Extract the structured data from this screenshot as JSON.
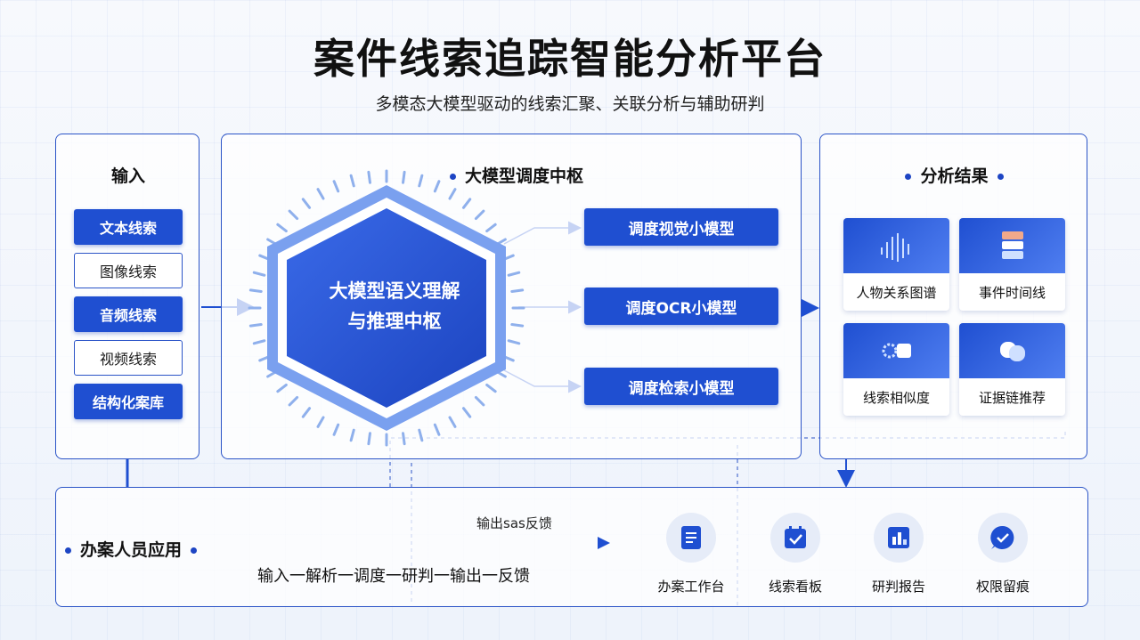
{
  "header": {
    "title": "案件线索追踪智能分析平台",
    "subtitle": "多模态大模型驱动的线索汇聚、关联分析与辅助研判"
  },
  "input_panel": {
    "title": "输入",
    "items": [
      "文本线索",
      "图像线索",
      "音频线索",
      "视频线索",
      "结构化案库"
    ]
  },
  "center_panel": {
    "title": "大模型调度中枢",
    "core_line1": "大模型语义理解",
    "core_line2": "与推理中枢",
    "schedules": [
      "调度视觉小模型",
      "调度OCR小模型",
      "调度检索小模型"
    ]
  },
  "result_panel": {
    "title": "分析结果",
    "cards": [
      "人物关系图谱",
      "事件时间线",
      "线索相似度",
      "证据链推荐"
    ]
  },
  "bottom_panel": {
    "title": "办案人员应用",
    "flow_label": "输出sas反馈",
    "flow_chain": "输入一解析一调度一研判一输出一反馈",
    "tools": [
      "办案工作台",
      "线索看板",
      "研判报告",
      "权限留痕"
    ]
  },
  "colors": {
    "primary": "#1f4fd1",
    "border": "#2b54c7",
    "tool_bg": "#e6ecf8"
  }
}
